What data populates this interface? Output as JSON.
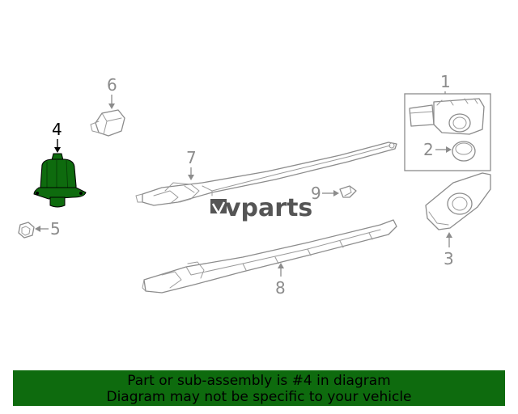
{
  "diagram": {
    "callouts": {
      "c1": "1",
      "c2": "2",
      "c3": "3",
      "c4": "4",
      "c5": "5",
      "c6": "6",
      "c7": "7",
      "c8": "8",
      "c9": "9"
    },
    "watermark": "vparts",
    "highlight_color": "#0e6b0e"
  },
  "banner": {
    "line1": "Part or sub-assembly is #4 in diagram",
    "line2": "Diagram may not be specific to your vehicle"
  }
}
